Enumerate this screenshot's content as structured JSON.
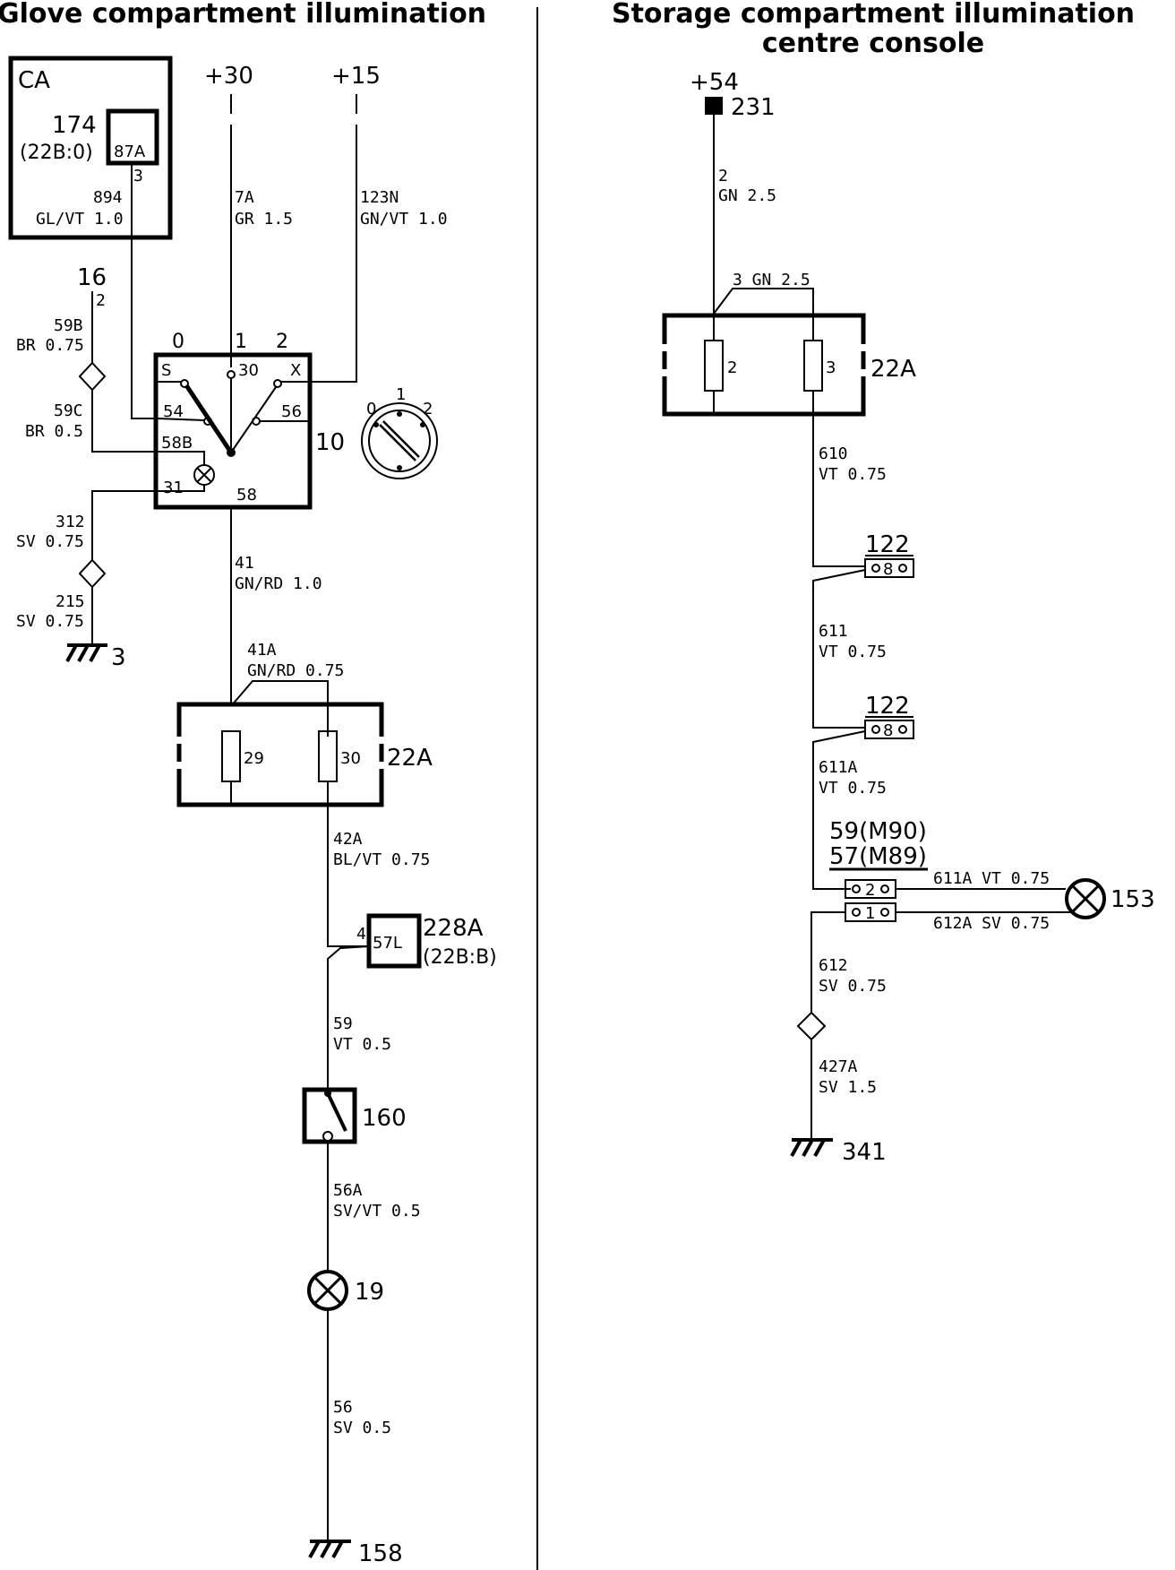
{
  "titles": {
    "left": "Glove compartment illumination",
    "right_line1": "Storage compartment illumination",
    "right_line2": "centre console"
  },
  "left": {
    "supply_30": "+30",
    "supply_15": "+15",
    "ca_box": "CA",
    "comp_174": "174",
    "comp_174_sub": "(22B:0)",
    "relay_87a": "87A",
    "pin_3": "3",
    "wire_894": "894",
    "wire_894_spec": "GL/VT 1.0",
    "wire_7a": "7A",
    "wire_7a_spec": "GR 1.5",
    "wire_123n": "123N",
    "wire_123n_spec": "GN/VT 1.0",
    "node_16": "16",
    "node_16_pin": "2",
    "wire_59b": "59B",
    "wire_59b_spec": "BR 0.75",
    "wire_59c": "59C",
    "wire_59c_spec": "BR 0.5",
    "switch_pos0": "0",
    "switch_pos1": "1",
    "switch_pos2": "2",
    "sw_s": "S",
    "sw_30": "30",
    "sw_x": "X",
    "sw_54": "54",
    "sw_56": "56",
    "sw_58b": "58B",
    "sw_31": "31",
    "sw_58": "58",
    "switch_id": "10",
    "knob_0": "0",
    "knob_1": "1",
    "knob_2": "2",
    "wire_312": "312",
    "wire_312_spec": "SV 0.75",
    "wire_215": "215",
    "wire_215_spec": "SV 0.75",
    "ground_3": "3",
    "wire_41": "41",
    "wire_41_spec": "GN/RD 1.0",
    "wire_41a": "41A",
    "wire_41a_spec": "GN/RD 0.75",
    "fuse_29": "29",
    "fuse_30": "30",
    "fusebox_22a": "22A",
    "wire_42a": "42A",
    "wire_42a_spec": "BL/VT 0.75",
    "pin_4": "4",
    "conn_57l": "57L",
    "comp_228a": "228A",
    "comp_228a_sub": "(22B:B)",
    "wire_59": "59",
    "wire_59_spec": "VT 0.5",
    "switch_160": "160",
    "wire_56a": "56A",
    "wire_56a_spec": "SV/VT 0.5",
    "lamp_19": "19",
    "wire_56": "56",
    "wire_56_spec": "SV 0.5",
    "ground_158": "158"
  },
  "right": {
    "supply_54": "+54",
    "node_231": "231",
    "wire_2": "2",
    "wire_2_spec": "GN 2.5",
    "wire_3": "3 GN 2.5",
    "fuse_2": "2",
    "fuse_3": "3",
    "fusebox_22a": "22A",
    "wire_610": "610",
    "wire_610_spec": "VT 0.75",
    "conn_122a": "122",
    "conn_122a_pin": "8",
    "wire_611": "611",
    "wire_611_spec": "VT 0.75",
    "conn_122b": "122",
    "conn_122b_pin": "8",
    "wire_611a": "611A",
    "wire_611a_spec": "VT 0.75",
    "conn_59": "59(M90)",
    "conn_57": "57(M89)",
    "conn_pin2": "2",
    "conn_pin1": "1",
    "wire_611a_h": "611A VT 0.75",
    "wire_612a_h": "612A SV 0.75",
    "lamp_153": "153",
    "wire_612": "612",
    "wire_612_spec": "SV 0.75",
    "wire_427a": "427A",
    "wire_427a_spec": "SV 1.5",
    "ground_341": "341"
  }
}
